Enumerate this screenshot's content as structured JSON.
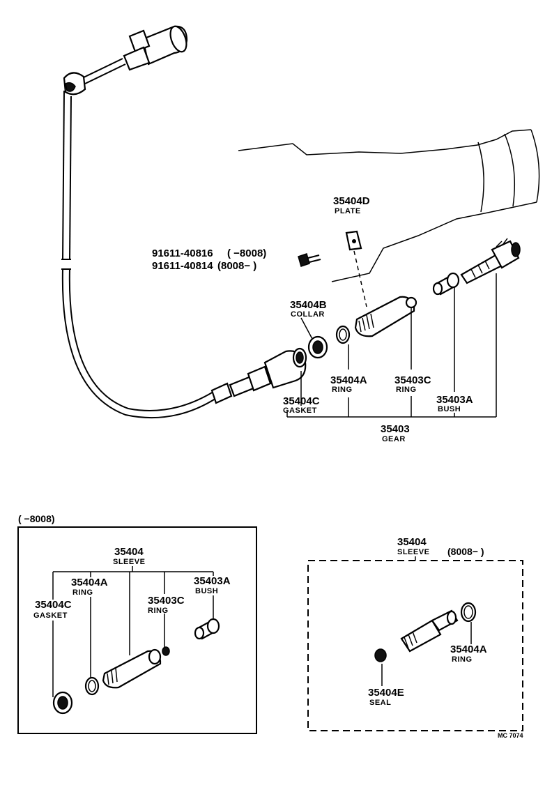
{
  "parts": {
    "p35404D": {
      "num": "35404D",
      "name": "PLATE"
    },
    "p35404B": {
      "num": "35404B",
      "name": "COLLAR"
    },
    "p35404A": {
      "num": "35404A",
      "name": "RING"
    },
    "p35403C": {
      "num": "35403C",
      "name": "RING"
    },
    "p35403A": {
      "num": "35403A",
      "name": "BUSH"
    },
    "p35404C": {
      "num": "35404C",
      "name": "GASKET"
    },
    "p35403": {
      "num": "35403",
      "name": "GEAR"
    },
    "p35404": {
      "num": "35404",
      "name": "SLEEVE"
    },
    "p35404E": {
      "num": "35404E",
      "name": "SEAL"
    }
  },
  "bolt": {
    "line1_num": "91611-40816",
    "line1_range": "(      −8008)",
    "line2_num": "91611-40814",
    "line2_range": "(8008−        )"
  },
  "boxes": {
    "left_range": "(        −8008)",
    "right_range": "(8008−        )"
  },
  "code": "MC 7074"
}
